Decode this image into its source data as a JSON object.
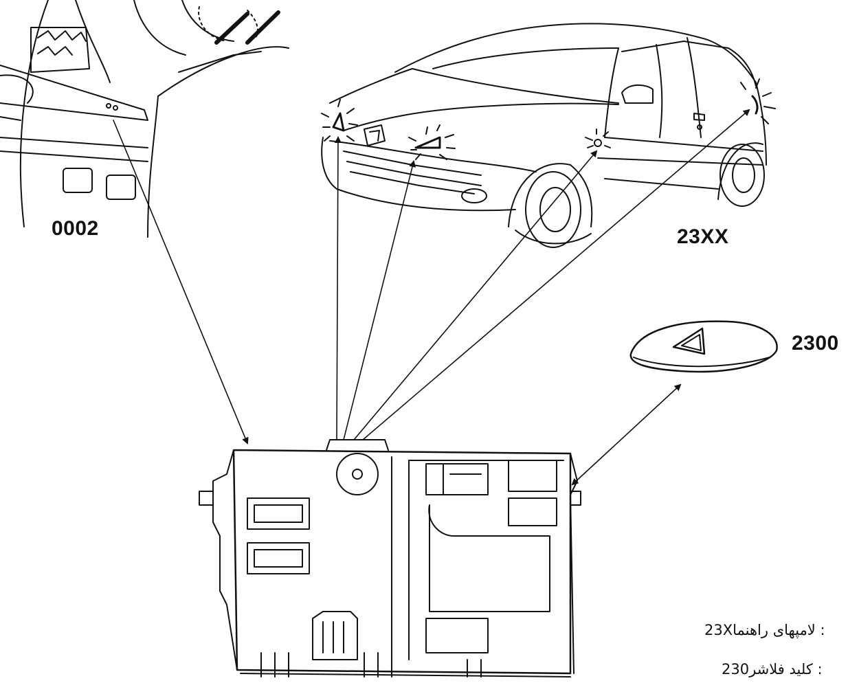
{
  "labels": {
    "stalk": "0002",
    "lamps": "23XX",
    "switch": "2300"
  },
  "legend": [
    {
      "code": "23X",
      "text": ": لامپهای راهنما"
    },
    {
      "code": "230",
      "text": ": کلید فلاشر"
    }
  ],
  "colors": {
    "ink": "#111111",
    "background": "#ffffff"
  }
}
